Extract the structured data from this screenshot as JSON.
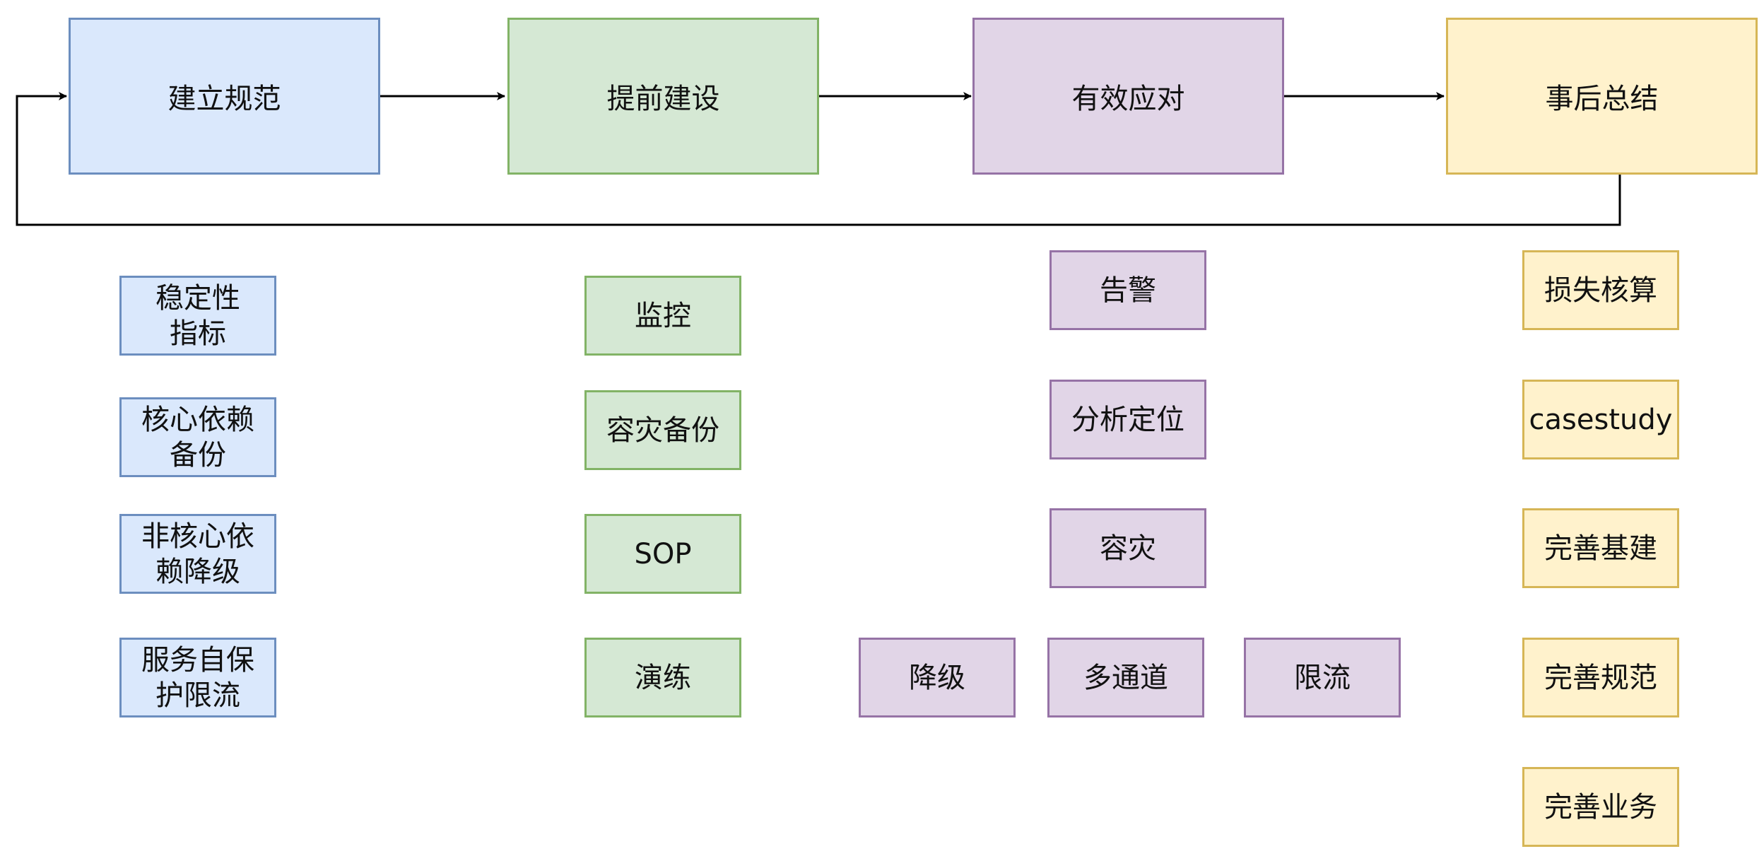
{
  "colors": {
    "blue_fill": "#dae8fc",
    "blue_stroke": "#6c8ebf",
    "green_fill": "#d5e8d4",
    "green_stroke": "#82b366",
    "purple_fill": "#e1d5e7",
    "purple_stroke": "#9673a6",
    "yellow_fill": "#fff2cc",
    "yellow_stroke": "#d6b656",
    "line": "#000000"
  },
  "stages": [
    {
      "id": "establish-norms",
      "label": "建立规范"
    },
    {
      "id": "advance-build",
      "label": "提前建设"
    },
    {
      "id": "effective-response",
      "label": "有效应对"
    },
    {
      "id": "post-summary",
      "label": "事后总结"
    }
  ],
  "establish_items": [
    {
      "id": "stability-metrics",
      "label": "稳定性\n指标"
    },
    {
      "id": "core-dependency-backup",
      "label": "核心依赖\n备份"
    },
    {
      "id": "noncore-dependency-degrade",
      "label": "非核心依\n赖降级"
    },
    {
      "id": "service-self-protect-ratelimit",
      "label": "服务自保\n护限流"
    }
  ],
  "build_items": [
    {
      "id": "monitoring",
      "label": "监控"
    },
    {
      "id": "dr-backup",
      "label": "容灾备份"
    },
    {
      "id": "sop",
      "label": "SOP"
    },
    {
      "id": "drill",
      "label": "演练"
    }
  ],
  "response_items": [
    {
      "id": "alert",
      "label": "告警"
    },
    {
      "id": "analysis-locate",
      "label": "分析定位"
    },
    {
      "id": "disaster-recovery",
      "label": "容灾"
    }
  ],
  "dr_items": [
    {
      "id": "degrade",
      "label": "降级"
    },
    {
      "id": "multi-channel",
      "label": "多通道"
    },
    {
      "id": "rate-limit",
      "label": "限流"
    }
  ],
  "summary_items": [
    {
      "id": "loss-accounting",
      "label": "损失核算"
    },
    {
      "id": "casestudy",
      "label": "casestudy"
    },
    {
      "id": "improve-infra",
      "label": "完善基建"
    },
    {
      "id": "improve-norms",
      "label": "完善规范"
    },
    {
      "id": "improve-business",
      "label": "完善业务"
    }
  ]
}
